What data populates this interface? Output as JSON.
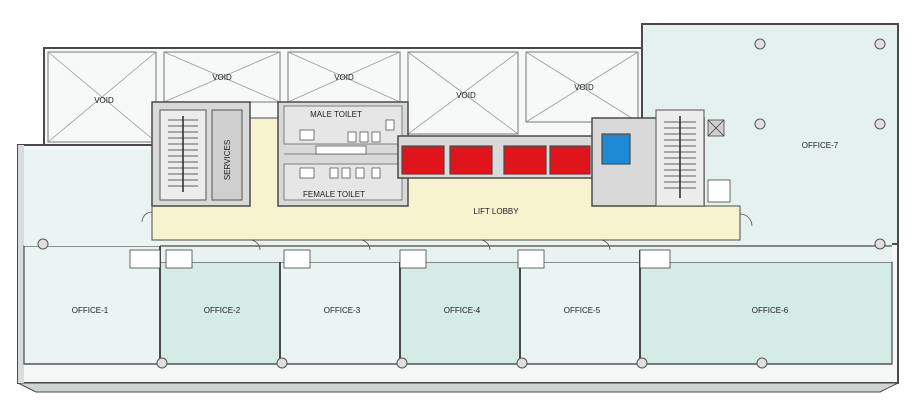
{
  "plan": {
    "labels": {
      "void": "VOID",
      "male_toilet": "MALE TOILET",
      "female_toilet": "FEMALE TOILET",
      "services": "SERVICES",
      "lift_lobby": "LIFT LOBBY"
    },
    "offices": [
      "OFFICE-1",
      "OFFICE-2",
      "OFFICE-3",
      "OFFICE-4",
      "OFFICE-5",
      "OFFICE-6",
      "OFFICE-7"
    ],
    "colors": {
      "office_light": "#eaf4f2",
      "office_teal": "#d4ebe6",
      "lobby": "#f6f3cf",
      "core": "#d9d9d9",
      "lift_red": "#e0151b",
      "lift_blue": "#1e8ad6",
      "wall": "#4a4a4a"
    }
  }
}
